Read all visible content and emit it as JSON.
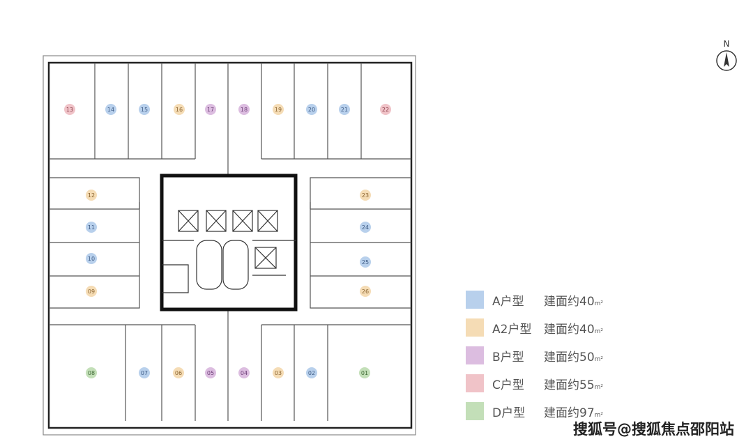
{
  "north_label": "N",
  "types": {
    "A": {
      "label": "A户型",
      "area": "建面约40",
      "color": "#b8d0ec",
      "text": "#3e5c86"
    },
    "A2": {
      "label": "A2户型",
      "area": "建面约40",
      "color": "#f5dcb5",
      "text": "#8a6430"
    },
    "B": {
      "label": "B户型",
      "area": "建面约50",
      "color": "#dcbde0",
      "text": "#6e3f78"
    },
    "C": {
      "label": "C户型",
      "area": "建面约55",
      "color": "#f0c3c8",
      "text": "#8a3c48"
    },
    "D": {
      "label": "D户型",
      "area": "建面约97",
      "color": "#c3dfb8",
      "text": "#3f6a35"
    }
  },
  "legend_order": [
    "A",
    "A2",
    "B",
    "C",
    "D"
  ],
  "area_unit": "m²",
  "units": [
    {
      "no": "13",
      "type": "C"
    },
    {
      "no": "14",
      "type": "A"
    },
    {
      "no": "15",
      "type": "A"
    },
    {
      "no": "16",
      "type": "A2"
    },
    {
      "no": "17",
      "type": "B"
    },
    {
      "no": "18",
      "type": "B"
    },
    {
      "no": "19",
      "type": "A2"
    },
    {
      "no": "20",
      "type": "A"
    },
    {
      "no": "21",
      "type": "A"
    },
    {
      "no": "22",
      "type": "C"
    },
    {
      "no": "12",
      "type": "A2"
    },
    {
      "no": "11",
      "type": "A"
    },
    {
      "no": "10",
      "type": "A"
    },
    {
      "no": "09",
      "type": "A2"
    },
    {
      "no": "23",
      "type": "A2"
    },
    {
      "no": "24",
      "type": "A"
    },
    {
      "no": "25",
      "type": "A"
    },
    {
      "no": "26",
      "type": "A2"
    },
    {
      "no": "08",
      "type": "D"
    },
    {
      "no": "07",
      "type": "A"
    },
    {
      "no": "06",
      "type": "A2"
    },
    {
      "no": "05",
      "type": "B"
    },
    {
      "no": "04",
      "type": "B"
    },
    {
      "no": "03",
      "type": "A2"
    },
    {
      "no": "02",
      "type": "A"
    },
    {
      "no": "01",
      "type": "D"
    }
  ],
  "watermark": "搜狐号@搜狐焦点邵阳站"
}
